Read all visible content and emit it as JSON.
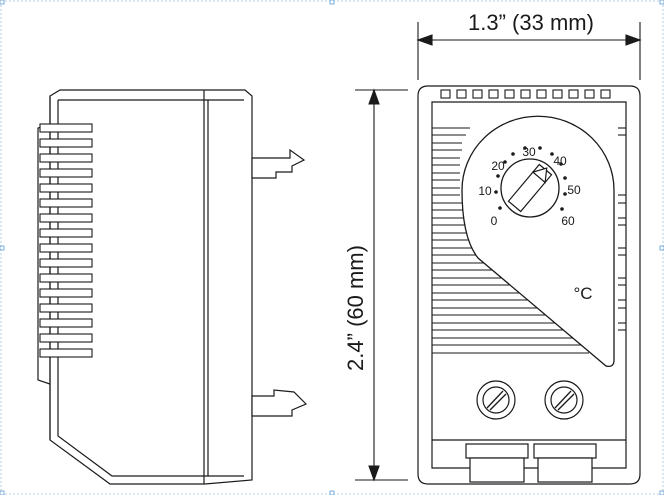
{
  "dimensions": {
    "width_label": "1.3” (33 mm)",
    "height_label": "2.4” (60 mm)"
  },
  "dial": {
    "scale_values": [
      "0",
      "10",
      "20",
      "30",
      "40",
      "50",
      "60"
    ],
    "unit": "°C"
  },
  "colors": {
    "line": "#1a1a1a",
    "background": "#ffffff",
    "frame_marker": "#5b9bd5"
  }
}
